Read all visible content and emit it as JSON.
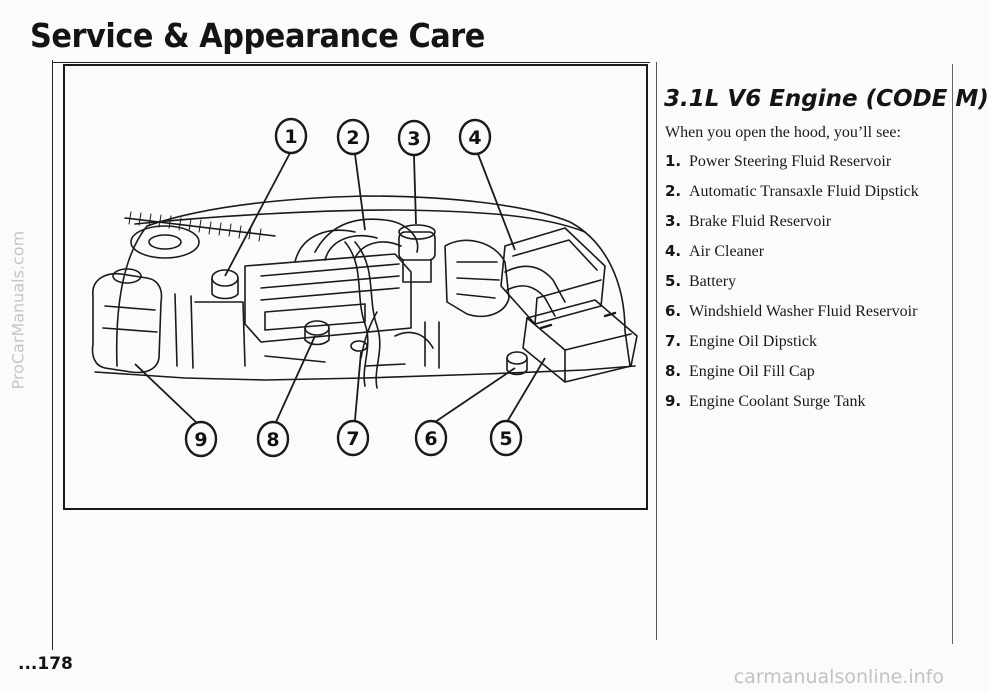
{
  "header": {
    "title": "Service & Appearance Care"
  },
  "section": {
    "title": "3.1L V6 Engine (CODE M)",
    "intro": "When you open the hood, you’ll see:"
  },
  "parts": [
    {
      "num": "1.",
      "label": "Power Steering Fluid Reservoir"
    },
    {
      "num": "2.",
      "label": "Automatic Transaxle Fluid Dipstick"
    },
    {
      "num": "3.",
      "label": "Brake Fluid Reservoir"
    },
    {
      "num": "4.",
      "label": "Air Cleaner"
    },
    {
      "num": "5.",
      "label": "Battery"
    },
    {
      "num": "6.",
      "label": "Windshield Washer Fluid Reservoir"
    },
    {
      "num": "7.",
      "label": "Engine Oil Dipstick"
    },
    {
      "num": "8.",
      "label": "Engine Oil Fill Cap"
    },
    {
      "num": "9.",
      "label": "Engine Coolant Surge Tank"
    }
  ],
  "callouts": {
    "c1": "1",
    "c2": "2",
    "c3": "3",
    "c4": "4",
    "c5": "5",
    "c6": "6",
    "c7": "7",
    "c8": "8",
    "c9": "9"
  },
  "page": {
    "number": "...178"
  },
  "watermarks": {
    "side": "ProCarManuals.com",
    "bottom": "carmanualsonline.info"
  }
}
